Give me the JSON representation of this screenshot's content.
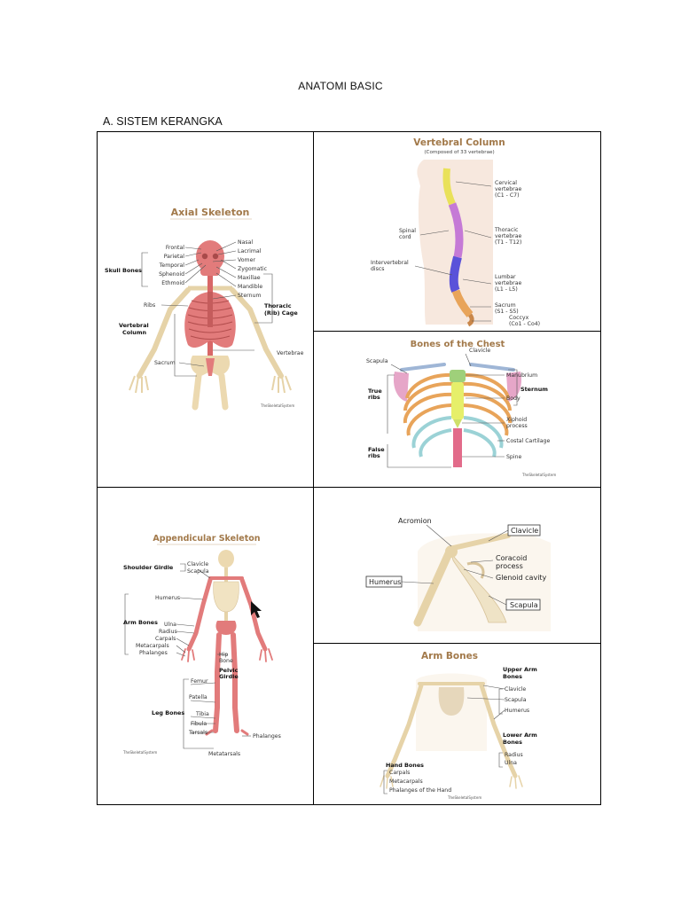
{
  "document": {
    "title": "ANATOMI BASIC",
    "section_heading": "A. SISTEM KERANGKA"
  },
  "colors": {
    "bone": "#ecd9b0",
    "axial": "#e27b7b",
    "accent_title": "#a2794a"
  },
  "figures": {
    "axial": {
      "title": "Axial Skeleton",
      "labels_left": [
        "Frontal",
        "Parietal",
        "Temporal",
        "Sphenoid",
        "Ethmoid"
      ],
      "labels_right": [
        "Nasal",
        "Lacrimal",
        "Vomer",
        "Zygomatic",
        "Maxillae",
        "Mandible",
        "Sternum"
      ],
      "skull_bones": "Skull Bones",
      "ribs": "Ribs",
      "thoracic_cage": "Thoracic",
      "thoracic_cage_2": "(Rib) Cage",
      "vertebral_column": "Vertebral",
      "vertebral_column_2": "Column",
      "vertebrae": "Vertebrae",
      "sacrum": "Sacrum",
      "credit": "TheSkeletalSystem"
    },
    "vertebral": {
      "title": "Vertebral Column",
      "subtitle": "(Composed of 33 vertebrae)",
      "cervical": [
        "Cervical",
        "vertebrae",
        "(C1 - C7)"
      ],
      "spinal_cord": [
        "Spinal",
        "cord"
      ],
      "thoracic": [
        "Thoracic",
        "vertebrae",
        "(T1 - T12)"
      ],
      "intervertebral": [
        "Intervertebral",
        "discs"
      ],
      "lumbar": [
        "Lumbar",
        "vertebrae",
        "(L1 - L5)"
      ],
      "sacrum": [
        "Sacrum",
        "(S1 - S5)"
      ],
      "coccyx": [
        "Coccyx",
        "(Co1 - Co4)"
      ]
    },
    "chest": {
      "title": "Bones of the Chest",
      "clavicle": "Clavicle",
      "scapula": "Scapula",
      "manubrium": "Manubrium",
      "body": "Body",
      "sternum": "Sternum",
      "true_ribs": [
        "True",
        "ribs"
      ],
      "xiphoid": [
        "Xiphoid",
        "process"
      ],
      "costal": "Costal Cartilage",
      "false_ribs": [
        "False",
        "ribs"
      ],
      "spine": "Spine",
      "credit": "TheSkeletalSystem"
    },
    "appendicular": {
      "title": "Appendicular Skeleton",
      "shoulder_girdle": "Shoulder Girdle",
      "clavicle": "Clavicle",
      "scapula": "Scapula",
      "humerus": "Humerus",
      "arm_bones": "Arm Bones",
      "ulna": "Ulna",
      "radius": "Radius",
      "carpals": "Carpals",
      "metacarpals": "Metacarpals",
      "phalanges": "Phalanges",
      "hip_bone": [
        "Hip",
        "Bone"
      ],
      "pelvic_girdle": [
        "Pelvic",
        "Girdle"
      ],
      "femur": "Femur",
      "patella": "Patella",
      "leg_bones": "Leg Bones",
      "tibia": "Tibia",
      "fibula": "Fibula",
      "tarsals": "Tarsals",
      "phalanges_leg": "Phalanges",
      "metatarsals": "Metatarsals",
      "credit": "TheSkeletalSystem"
    },
    "shoulder": {
      "acromion": "Acromion",
      "clavicle": "Clavicle",
      "coracoid": [
        "Coracoid",
        "process"
      ],
      "glenoid": "Glenoid cavity",
      "humerus": "Humerus",
      "scapula": "Scapula"
    },
    "arm": {
      "title": "Arm Bones",
      "upper_arm": [
        "Upper Arm",
        "Bones"
      ],
      "clavicle": "Clavicle",
      "scapula": "Scapula",
      "humerus": "Humerus",
      "lower_arm": [
        "Lower Arm",
        "Bones"
      ],
      "radius": "Radius",
      "ulna": "Ulna",
      "hand_bones": "Hand Bones",
      "carpals": "Carpals",
      "metacarpals": "Metacarpals",
      "phalanges_hand": "Phalanges of the Hand",
      "credit": "TheSkeletalSystem"
    }
  }
}
